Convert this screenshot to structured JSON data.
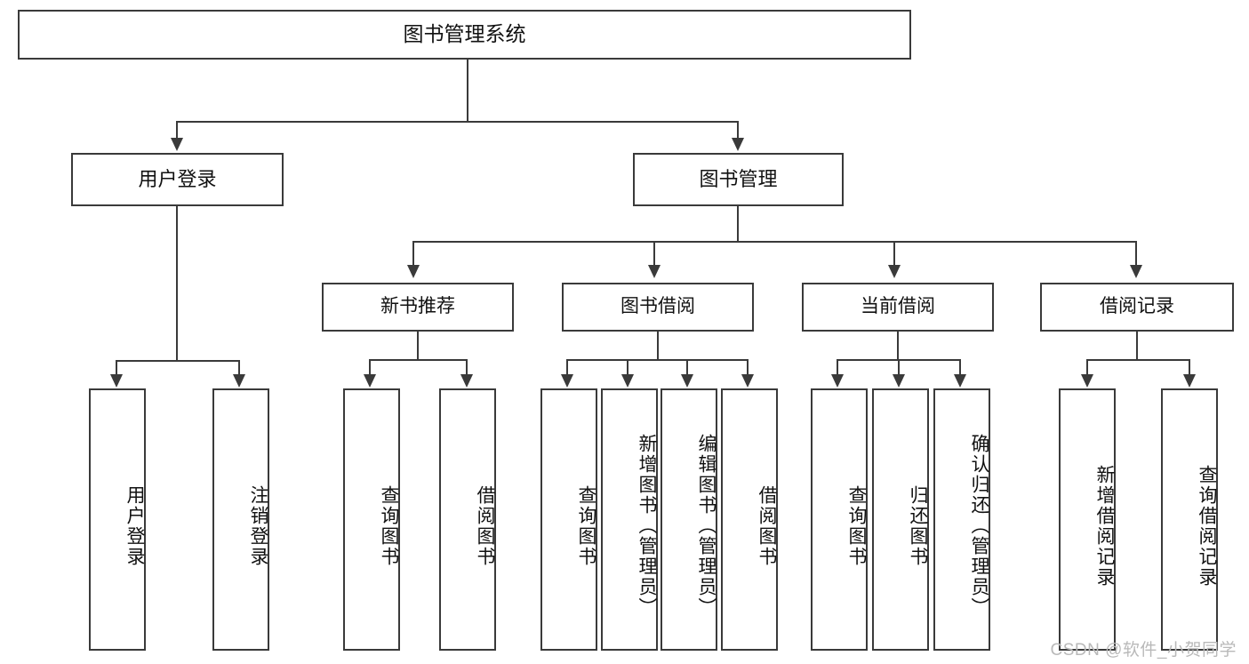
{
  "diagram": {
    "type": "tree-hierarchy-chart",
    "title_text": "图书管理系统",
    "watermark": "CSDN @软件_小贺同学",
    "colors": {
      "background": "#ffffff",
      "border": "#3a3a3a",
      "text": "#111111",
      "connector": "#3a3a3a",
      "watermark": "#b9b9b9"
    },
    "root": {
      "label": "图书管理系统"
    },
    "level2": [
      {
        "id": "user-login",
        "label": "用户登录"
      },
      {
        "id": "book-management",
        "label": "图书管理"
      }
    ],
    "level3": [
      {
        "id": "new-book-recommend",
        "label": "新书推荐"
      },
      {
        "id": "book-borrow",
        "label": "图书借阅"
      },
      {
        "id": "current-borrow",
        "label": "当前借阅"
      },
      {
        "id": "borrow-record",
        "label": "借阅记录"
      }
    ],
    "leaves": {
      "user_login": [
        {
          "id": "leaf-user-login",
          "label": "用户登录"
        },
        {
          "id": "leaf-logout",
          "label": "注销登录"
        }
      ],
      "new_book_recommend": [
        {
          "id": "leaf-query-book-1",
          "label": "查询图书"
        },
        {
          "id": "leaf-borrow-book-1",
          "label": "借阅图书"
        }
      ],
      "book_borrow": [
        {
          "id": "leaf-query-book-2",
          "label": "查询图书"
        },
        {
          "id": "leaf-add-book",
          "label": "新增图书（管理员）"
        },
        {
          "id": "leaf-edit-book",
          "label": "编辑图书（管理员）"
        },
        {
          "id": "leaf-borrow-book-2",
          "label": "借阅图书"
        }
      ],
      "current_borrow": [
        {
          "id": "leaf-query-book-3",
          "label": "查询图书"
        },
        {
          "id": "leaf-return-book",
          "label": "归还图书"
        },
        {
          "id": "leaf-confirm-return",
          "label": "确认归还（管理员）"
        }
      ],
      "borrow_record": [
        {
          "id": "leaf-add-record",
          "label": "新增借阅记录"
        },
        {
          "id": "leaf-query-record",
          "label": "查询借阅记录"
        }
      ]
    }
  }
}
